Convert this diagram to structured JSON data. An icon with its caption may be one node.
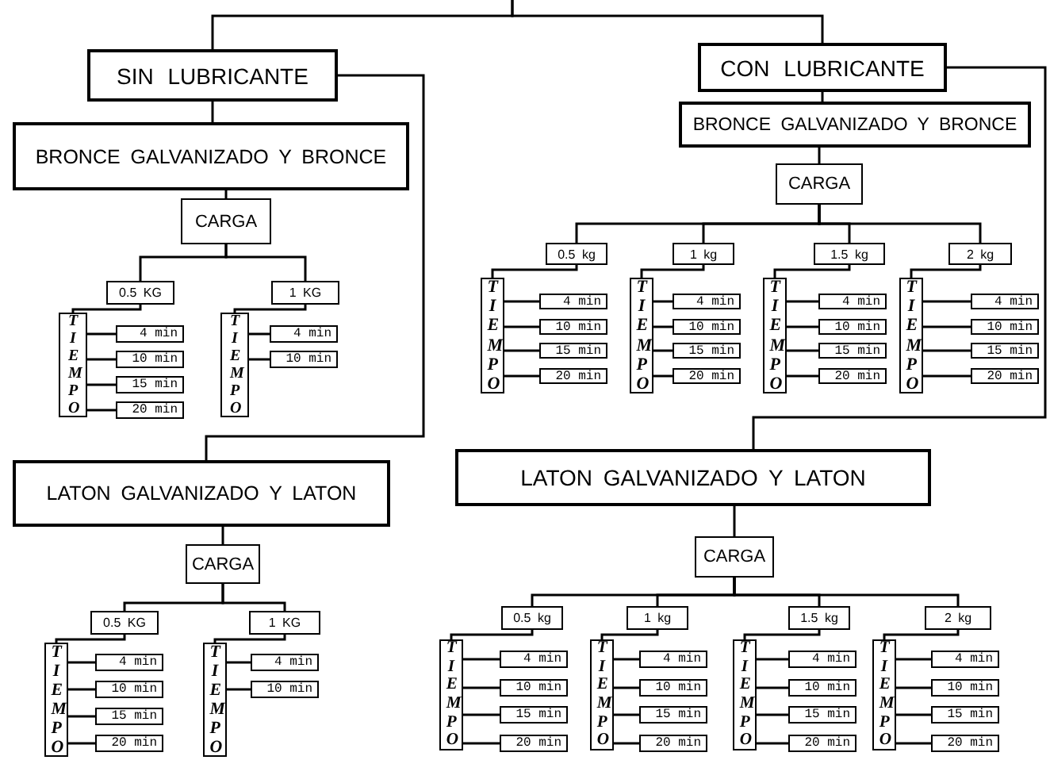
{
  "diagram": {
    "nodes": [
      {
        "text": [
          "SIN LUBRICANTE"
        ]
      },
      {
        "text": [
          "CON LUBRICANTE"
        ]
      },
      {
        "text": [
          "BRONCE GALVANIZADO Y BRONCE"
        ]
      },
      {
        "text": [
          "CARGA"
        ]
      },
      {
        "text": [
          "0.5 KG"
        ]
      },
      {
        "text": [
          "TIEMPO"
        ]
      },
      {
        "text": [
          "4 min"
        ]
      },
      {
        "text": [
          "10 min"
        ]
      },
      {
        "text": [
          "15 min"
        ]
      },
      {
        "text": [
          "20 min"
        ]
      },
      {
        "text": [
          "1 KG"
        ]
      },
      {
        "text": [
          "TIEMPO"
        ]
      },
      {
        "text": [
          "4 min"
        ]
      },
      {
        "text": [
          "10 min"
        ]
      },
      {
        "text": [
          "BRONCE GALVANIZADO Y BRONCE"
        ]
      },
      {
        "text": [
          "CARGA"
        ]
      },
      {
        "text": [
          "0.5 kg"
        ]
      },
      {
        "text": [
          "TIEMPO"
        ]
      },
      {
        "text": [
          "4 min"
        ]
      },
      {
        "text": [
          "10 min"
        ]
      },
      {
        "text": [
          "15 min"
        ]
      },
      {
        "text": [
          "20 min"
        ]
      },
      {
        "text": [
          "1 kg"
        ]
      },
      {
        "text": [
          "TIEMPO"
        ]
      },
      {
        "text": [
          "4 min"
        ]
      },
      {
        "text": [
          "10 min"
        ]
      },
      {
        "text": [
          "15 min"
        ]
      },
      {
        "text": [
          "20 min"
        ]
      },
      {
        "text": [
          "1.5 kg"
        ]
      },
      {
        "text": [
          "TIEMPO"
        ]
      },
      {
        "text": [
          "4 min"
        ]
      },
      {
        "text": [
          "10 min"
        ]
      },
      {
        "text": [
          "15 min"
        ]
      },
      {
        "text": [
          "20 min"
        ]
      },
      {
        "text": [
          "2 kg"
        ]
      },
      {
        "text": [
          "TIEMPO"
        ]
      },
      {
        "text": [
          "4 min"
        ]
      },
      {
        "text": [
          "10 min"
        ]
      },
      {
        "text": [
          "15 min"
        ]
      },
      {
        "text": [
          "20 min"
        ]
      },
      {
        "text": [
          "LATON GALVANIZADO Y LATON"
        ]
      },
      {
        "text": [
          "CARGA"
        ]
      },
      {
        "text": [
          "0.5 KG"
        ]
      },
      {
        "text": [
          "TIEMPO"
        ]
      },
      {
        "text": [
          "4 min"
        ]
      },
      {
        "text": [
          "10 min"
        ]
      },
      {
        "text": [
          "15 min"
        ]
      },
      {
        "text": [
          "20 min"
        ]
      },
      {
        "text": [
          "1 KG"
        ]
      },
      {
        "text": [
          "TIEMPO"
        ]
      },
      {
        "text": [
          "4 min"
        ]
      },
      {
        "text": [
          "10 min"
        ]
      },
      {
        "text": [
          "LATON GALVANIZADO Y LATON"
        ]
      },
      {
        "text": [
          "CARGA"
        ]
      },
      {
        "text": [
          "0.5 kg"
        ]
      },
      {
        "text": [
          "TIEMPO"
        ]
      },
      {
        "text": [
          "4 min"
        ]
      },
      {
        "text": [
          "10 min"
        ]
      },
      {
        "text": [
          "15 min"
        ]
      },
      {
        "text": [
          "20 min"
        ]
      },
      {
        "text": [
          "1 kg"
        ]
      },
      {
        "text": [
          "TIEMPO"
        ]
      },
      {
        "text": [
          "4 min"
        ]
      },
      {
        "text": [
          "10 min"
        ]
      },
      {
        "text": [
          "15 min"
        ]
      },
      {
        "text": [
          "20 min"
        ]
      },
      {
        "text": [
          "1.5 kg"
        ]
      },
      {
        "text": [
          "TIEMPO"
        ]
      },
      {
        "text": [
          "4 min"
        ]
      },
      {
        "text": [
          "10 min"
        ]
      },
      {
        "text": [
          "15 min"
        ]
      },
      {
        "text": [
          "20 min"
        ]
      },
      {
        "text": [
          "2 kg"
        ]
      },
      {
        "text": [
          "TIEMPO"
        ]
      },
      {
        "text": [
          "4 min"
        ]
      },
      {
        "text": [
          "10 min"
        ]
      },
      {
        "text": [
          "15 min"
        ]
      },
      {
        "text": [
          "20 min"
        ]
      }
    ],
    "edges": [
      {
        "from": null,
        "to": 0,
        "arrow": "none"
      },
      {
        "from": null,
        "to": 1,
        "arrow": "none"
      },
      {
        "from": 0,
        "to": 2,
        "arrow": "none"
      },
      {
        "from": 0,
        "to": 40,
        "arrow": "none"
      },
      {
        "from": 1,
        "to": 14,
        "arrow": "none"
      },
      {
        "from": 1,
        "to": 52,
        "arrow": "none"
      },
      {
        "from": 2,
        "to": 3,
        "arrow": "none"
      },
      {
        "from": 3,
        "to": 4,
        "arrow": "none"
      },
      {
        "from": 3,
        "to": 10,
        "arrow": "none"
      },
      {
        "from": 4,
        "to": 5,
        "arrow": "none"
      },
      {
        "from": 5,
        "to": 6,
        "arrow": "none"
      },
      {
        "from": 5,
        "to": 7,
        "arrow": "none"
      },
      {
        "from": 5,
        "to": 8,
        "arrow": "none"
      },
      {
        "from": 5,
        "to": 9,
        "arrow": "none"
      },
      {
        "from": 10,
        "to": 11,
        "arrow": "none"
      },
      {
        "from": 11,
        "to": 12,
        "arrow": "none"
      },
      {
        "from": 11,
        "to": 13,
        "arrow": "none"
      },
      {
        "from": 14,
        "to": 15,
        "arrow": "none"
      },
      {
        "from": 15,
        "to": 16,
        "arrow": "none"
      },
      {
        "from": 15,
        "to": 22,
        "arrow": "none"
      },
      {
        "from": 15,
        "to": 28,
        "arrow": "none"
      },
      {
        "from": 15,
        "to": 34,
        "arrow": "none"
      },
      {
        "from": 16,
        "to": 17,
        "arrow": "none"
      },
      {
        "from": 17,
        "to": 18,
        "arrow": "none"
      },
      {
        "from": 17,
        "to": 19,
        "arrow": "none"
      },
      {
        "from": 17,
        "to": 20,
        "arrow": "none"
      },
      {
        "from": 17,
        "to": 21,
        "arrow": "none"
      },
      {
        "from": 22,
        "to": 23,
        "arrow": "none"
      },
      {
        "from": 23,
        "to": 24,
        "arrow": "none"
      },
      {
        "from": 23,
        "to": 25,
        "arrow": "none"
      },
      {
        "from": 23,
        "to": 26,
        "arrow": "none"
      },
      {
        "from": 23,
        "to": 27,
        "arrow": "none"
      },
      {
        "from": 28,
        "to": 29,
        "arrow": "none"
      },
      {
        "from": 29,
        "to": 30,
        "arrow": "none"
      },
      {
        "from": 29,
        "to": 31,
        "arrow": "none"
      },
      {
        "from": 29,
        "to": 32,
        "arrow": "none"
      },
      {
        "from": 29,
        "to": 33,
        "arrow": "none"
      },
      {
        "from": 34,
        "to": 35,
        "arrow": "none"
      },
      {
        "from": 35,
        "to": 36,
        "arrow": "none"
      },
      {
        "from": 35,
        "to": 37,
        "arrow": "none"
      },
      {
        "from": 35,
        "to": 38,
        "arrow": "none"
      },
      {
        "from": 35,
        "to": 39,
        "arrow": "none"
      },
      {
        "from": 40,
        "to": 41,
        "arrow": "none"
      },
      {
        "from": 41,
        "to": 42,
        "arrow": "none"
      },
      {
        "from": 41,
        "to": 48,
        "arrow": "none"
      },
      {
        "from": 42,
        "to": 43,
        "arrow": "none"
      },
      {
        "from": 43,
        "to": 44,
        "arrow": "none"
      },
      {
        "from": 43,
        "to": 45,
        "arrow": "none"
      },
      {
        "from": 43,
        "to": 46,
        "arrow": "none"
      },
      {
        "from": 43,
        "to": 47,
        "arrow": "none"
      },
      {
        "from": 48,
        "to": 49,
        "arrow": "none"
      },
      {
        "from": 49,
        "to": 50,
        "arrow": "none"
      },
      {
        "from": 49,
        "to": 51,
        "arrow": "none"
      },
      {
        "from": 52,
        "to": 53,
        "arrow": "none"
      },
      {
        "from": 53,
        "to": 54,
        "arrow": "none"
      },
      {
        "from": 53,
        "to": 60,
        "arrow": "none"
      },
      {
        "from": 53,
        "to": 66,
        "arrow": "none"
      },
      {
        "from": 53,
        "to": 72,
        "arrow": "none"
      },
      {
        "from": 54,
        "to": 55,
        "arrow": "none"
      },
      {
        "from": 55,
        "to": 56,
        "arrow": "none"
      },
      {
        "from": 55,
        "to": 57,
        "arrow": "none"
      },
      {
        "from": 55,
        "to": 58,
        "arrow": "none"
      },
      {
        "from": 55,
        "to": 59,
        "arrow": "none"
      },
      {
        "from": 60,
        "to": 61,
        "arrow": "none"
      },
      {
        "from": 61,
        "to": 62,
        "arrow": "none"
      },
      {
        "from": 61,
        "to": 63,
        "arrow": "none"
      },
      {
        "from": 61,
        "to": 64,
        "arrow": "none"
      },
      {
        "from": 61,
        "to": 65,
        "arrow": "none"
      },
      {
        "from": 66,
        "to": 67,
        "arrow": "none"
      },
      {
        "from": 67,
        "to": 68,
        "arrow": "none"
      },
      {
        "from": 67,
        "to": 69,
        "arrow": "none"
      },
      {
        "from": 67,
        "to": 70,
        "arrow": "none"
      },
      {
        "from": 67,
        "to": 71,
        "arrow": "none"
      },
      {
        "from": 72,
        "to": 73,
        "arrow": "none"
      },
      {
        "from": 73,
        "to": 74,
        "arrow": "none"
      },
      {
        "from": 73,
        "to": 75,
        "arrow": "none"
      },
      {
        "from": 73,
        "to": 76,
        "arrow": "none"
      },
      {
        "from": 73,
        "to": 77,
        "arrow": "none"
      }
    ]
  }
}
